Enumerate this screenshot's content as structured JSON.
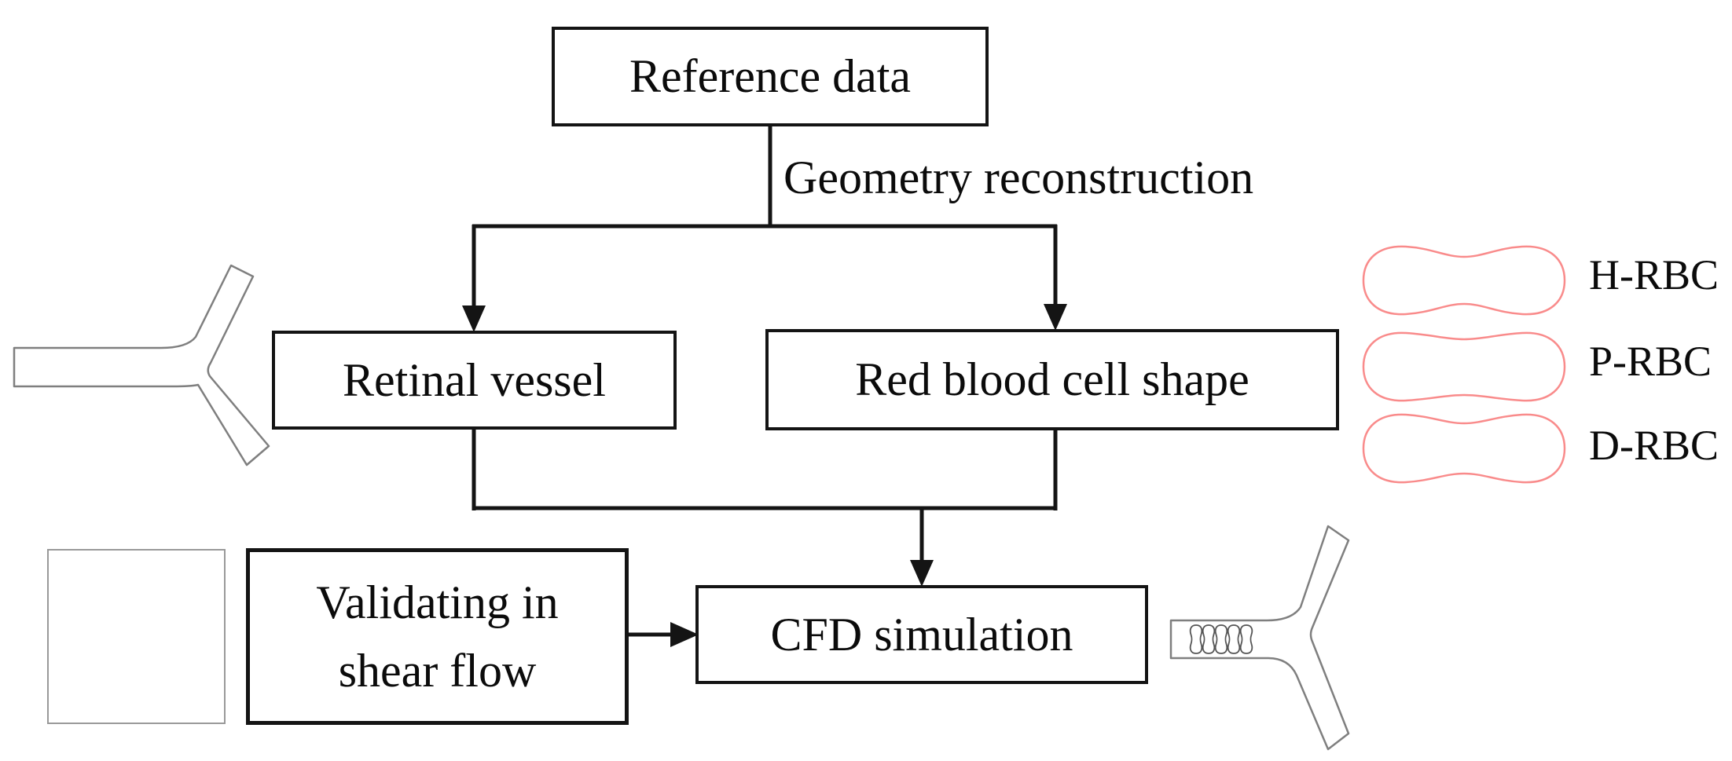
{
  "colors": {
    "line": "#141414",
    "vessel_outline": "#7f7f7f",
    "rbc_outline": "#f98b8b",
    "marker_red": "#fe0505"
  },
  "nodes": {
    "reference": {
      "label": "Reference data"
    },
    "retinal": {
      "label": "Retinal vessel"
    },
    "rbc_shape": {
      "label": "Red blood cell shape"
    },
    "validation": {
      "line1": "Validating in",
      "line2": "shear flow"
    },
    "cfd": {
      "label": "CFD simulation"
    }
  },
  "edges": {
    "geometry_label": "Geometry reconstruction"
  },
  "rbc_types": [
    {
      "label": "H-RBC"
    },
    {
      "label": "P-RBC"
    },
    {
      "label": "D-RBC"
    }
  ]
}
